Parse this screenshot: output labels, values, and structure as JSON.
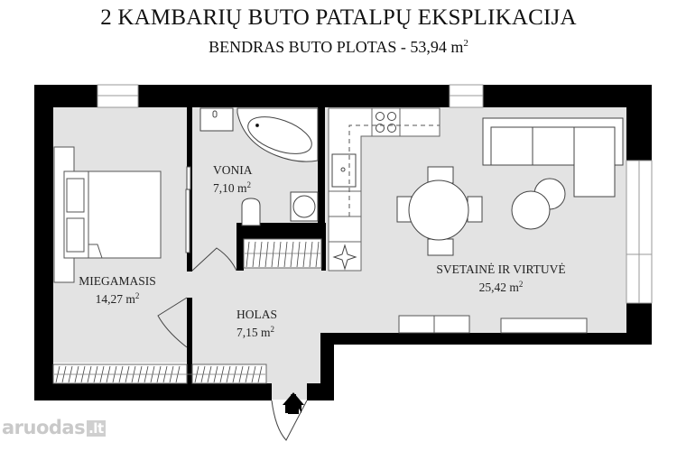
{
  "header": {
    "title": "2 KAMBARIŲ BUTO PATALPŲ EKSPLIKACIJA",
    "subtitle_prefix": "BENDRAS BUTO PLOTAS - 53,94 m",
    "subtitle_sup": "2"
  },
  "rooms": [
    {
      "id": "miegamasis",
      "name": "MIEGAMASIS",
      "area": "14,27 m",
      "unit_sup": "2"
    },
    {
      "id": "vonia",
      "name": "VONIA",
      "area": "7,10 m",
      "unit_sup": "2"
    },
    {
      "id": "holas",
      "name": "HOLAS",
      "area": "7,15 m",
      "unit_sup": "2"
    },
    {
      "id": "svetaine",
      "name": "SVETAINĖ IR VIRTUVĖ",
      "area": "25,42 m",
      "unit_sup": "2"
    }
  ],
  "watermark": {
    "text": "aruodas",
    "badge": ".lt"
  },
  "colors": {
    "wall": "#000000",
    "floor": "#e3e3e3",
    "furniture": "#ffffff",
    "line": "#333333",
    "watermark": "#c9c9c9"
  },
  "icons": [
    "entrance-arrow-icon",
    "stove-icon",
    "sink-icon",
    "bathtub-icon",
    "toilet-icon",
    "washing-machine-icon",
    "bed-icon",
    "sofa-icon",
    "dining-table-icon"
  ]
}
